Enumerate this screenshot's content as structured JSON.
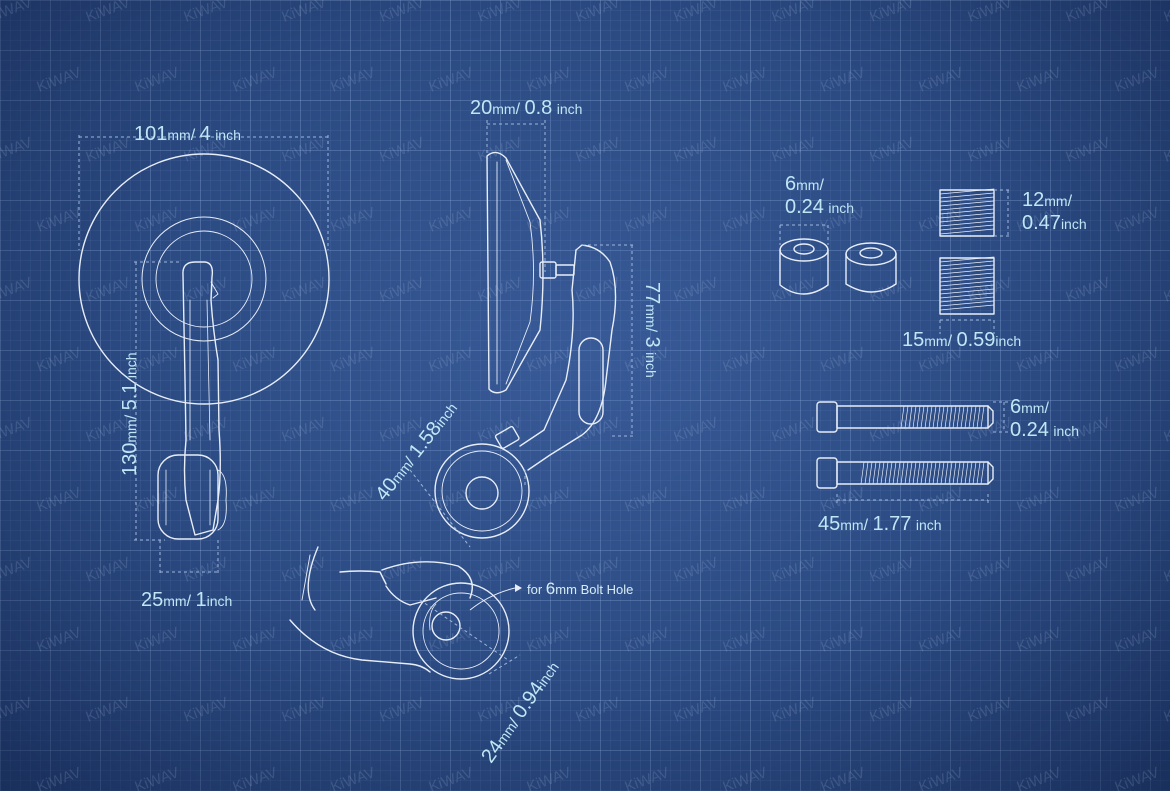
{
  "watermark": "KiWAV",
  "colors": {
    "background": "#2b4a82",
    "line": "#e8eef8",
    "dimension_text": "#bfe7f5",
    "dimension_line": "#9fb7dc"
  },
  "dimensions": {
    "mirror_width": {
      "num": "101",
      "unit": "mm",
      "sep": "/",
      "val": "4",
      "iunit": "inch"
    },
    "mirror_height": {
      "num": "130",
      "unit": "mm",
      "sep": "/",
      "val": "5.1",
      "iunit": "inch"
    },
    "clamp_width": {
      "num": "25",
      "unit": "mm",
      "sep": "/",
      "val": "1",
      "iunit": "inch"
    },
    "mirror_depth": {
      "num": "20",
      "unit": "mm",
      "sep": "/",
      "val": "0.8",
      "iunit": "inch"
    },
    "arm_height": {
      "num": "77",
      "unit": "mm",
      "sep": "/",
      "val": "3",
      "iunit": "inch"
    },
    "clamp_diameter": {
      "num": "40",
      "unit": "mm",
      "sep": "/",
      "val": "1.58",
      "iunit": "inch"
    },
    "bolt_hole_clamp": {
      "num": "24",
      "unit": "mm",
      "sep": "/",
      "val": "0.94",
      "iunit": "inch"
    },
    "spacer_diameter": {
      "num": "6",
      "unit": "mm",
      "sep": "/",
      "val": "0.24",
      "iunit": "inch"
    },
    "spacer_a_length": {
      "num": "12",
      "unit": "mm",
      "sep": "/",
      "val": "0.47",
      "iunit": "inch"
    },
    "spacer_b_length": {
      "num": "15",
      "unit": "mm",
      "sep": "/",
      "val": "0.59",
      "iunit": "inch"
    },
    "bolt_diameter": {
      "num": "6",
      "unit": "mm",
      "sep": "/",
      "val": "0.24",
      "iunit": "inch"
    },
    "bolt_length": {
      "num": "45",
      "unit": "mm",
      "sep": "/",
      "val": "1.77",
      "iunit": "inch"
    }
  },
  "bolt_hole_note": {
    "prefix": "for",
    "num": "6",
    "unit": "mm",
    "suffix": "Bolt Hole"
  }
}
